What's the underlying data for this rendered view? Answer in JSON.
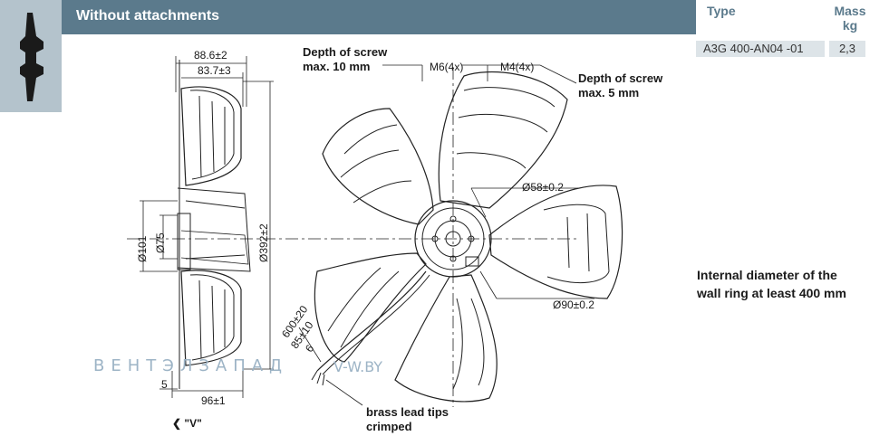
{
  "header": {
    "title": "Without attachments",
    "type_label": "Type",
    "mass_label_line1": "Mass",
    "mass_label_line2": "kg"
  },
  "product": {
    "type_value": "A3G 400-AN04 -01",
    "mass_value": "2,3"
  },
  "side_view": {
    "dim_total_depth": "88.6±2",
    "dim_depth": "83.7±3",
    "dim_dia_101": "Ø101",
    "dim_dia_75": "Ø75",
    "dim_dia_392": "Ø392±2",
    "dim_5": "5",
    "dim_96": "96±1",
    "view_label": "\"V\""
  },
  "front_view": {
    "note_screw_depth_10_line1": "Depth of screw",
    "note_screw_depth_10_line2": "max. 10 mm",
    "note_screw_depth_5_line1": "Depth of screw",
    "note_screw_depth_5_line2": "max. 5 mm",
    "dim_m6": "M6(4x)",
    "dim_m4": "M4(4x)",
    "dim_dia_58": "Ø58±0.2",
    "dim_dia_90": "Ø90±0.2",
    "cable_600": "600±20",
    "cable_85": "85±10",
    "cable_6": "6",
    "note_brass_line1": "brass lead tips",
    "note_brass_line2": "crimped"
  },
  "ring_note": {
    "line1": "Internal diameter of the",
    "line2": "wall ring at least 400 mm"
  },
  "watermark": {
    "brand": "ВЕНТЭЛЗАПАД",
    "site": "V-W.BY"
  },
  "colors": {
    "header_bg": "#5b7a8c",
    "thumb_bg": "#b4c3cc",
    "cell_bg": "#dde4e8",
    "line": "#222222"
  }
}
